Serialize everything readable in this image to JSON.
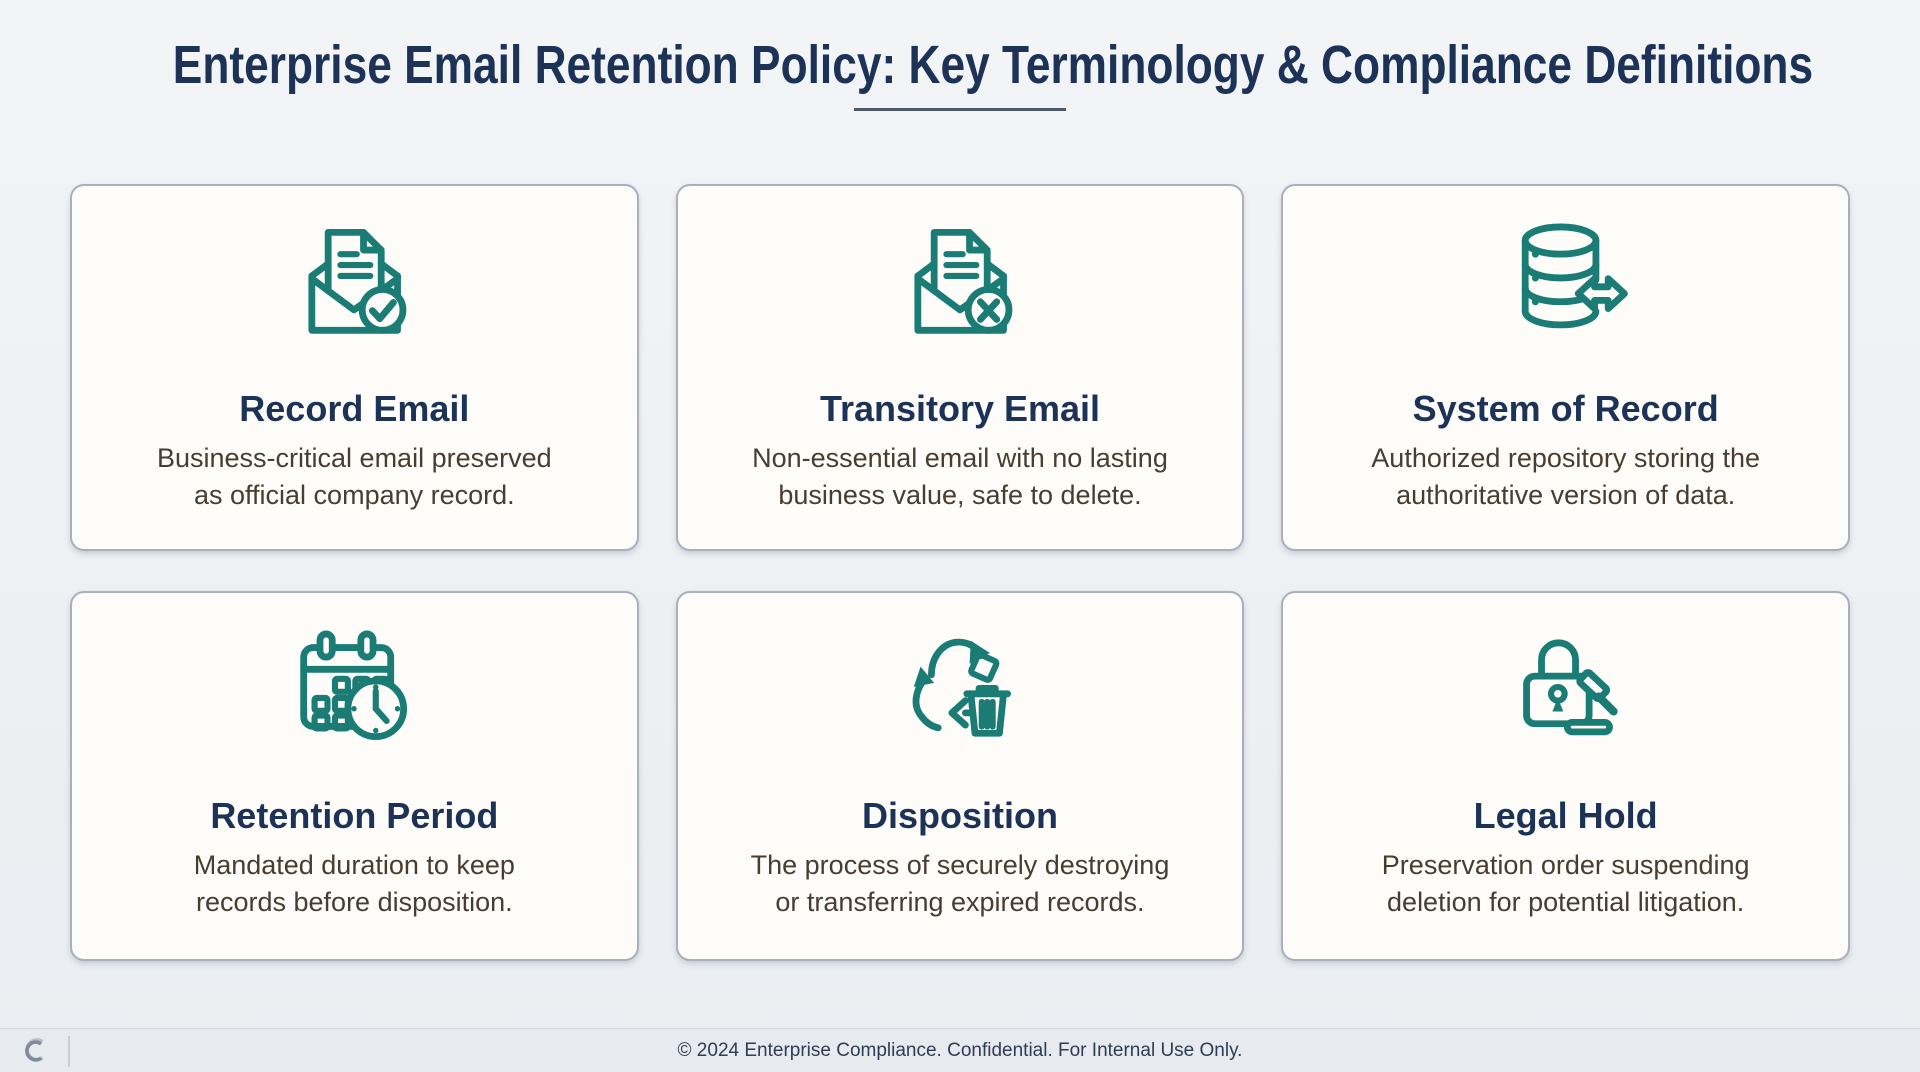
{
  "header": {
    "title": "Enterprise Email Retention Policy: Key Terminology & Compliance Definitions"
  },
  "cards": [
    {
      "icon": "record-email-icon",
      "title": "Record Email",
      "description": "Business-critical email preserved\nas official company record."
    },
    {
      "icon": "transitory-email-icon",
      "title": "Transitory Email",
      "description": "Non-essential email with no lasting\nbusiness value, safe to delete."
    },
    {
      "icon": "system-of-record-icon",
      "title": "System of Record",
      "description": "Authorized repository storing the\nauthoritative version of data."
    },
    {
      "icon": "retention-period-icon",
      "title": "Retention Period",
      "description": "Mandated duration to keep\nrecords before disposition."
    },
    {
      "icon": "disposition-icon",
      "title": "Disposition",
      "description": "The process of securely destroying\nor transferring expired records."
    },
    {
      "icon": "legal-hold-icon",
      "title": "Legal Hold",
      "description": "Preservation order suspending\ndeletion for potential litigation."
    }
  ],
  "footer": {
    "copyright": "© 2024 Enterprise Compliance. Confidential. For Internal Use Only.",
    "logo": "c-logo"
  },
  "colors": {
    "accent_teal": "#1b7c75",
    "heading_navy": "#1c3357",
    "body_brown": "#493c30",
    "card_bg": "#fdfcf9",
    "page_bg": "#eff1f4",
    "footer_bg": "#e7eaee"
  }
}
